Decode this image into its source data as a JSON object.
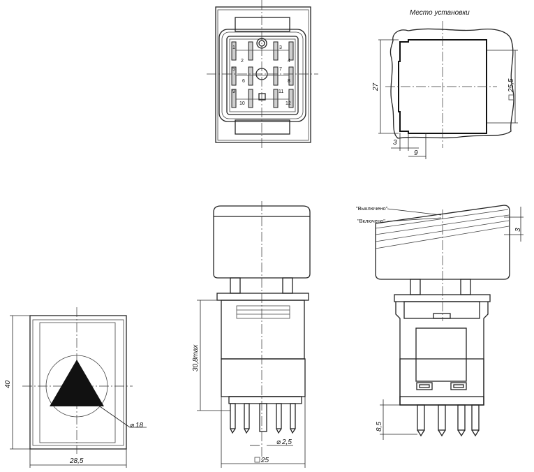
{
  "title": "Место установки",
  "states": {
    "off": "\"Выключено\"",
    "on": "\"Включено\""
  },
  "pins": [
    "1",
    "2",
    "3",
    "4",
    "5",
    "6",
    "7",
    "8",
    "9",
    "10",
    "11",
    "12"
  ],
  "dims": {
    "cutout_height": "27",
    "cutout_square": "25,5",
    "corner_3": "3",
    "corner_9": "9",
    "travel_3": "3",
    "body_height": "30,8max",
    "pin_length": "8,5",
    "pin_dia": "2,5",
    "base_square": "25",
    "cap_height": "40",
    "cap_width": "28,5",
    "circle_dia": "18"
  },
  "symbols": {
    "diameter": "⌀",
    "square": "□"
  },
  "icons": [
    "hazard-triangle-icon",
    "square-symbol-icon",
    "diameter-symbol-icon"
  ]
}
